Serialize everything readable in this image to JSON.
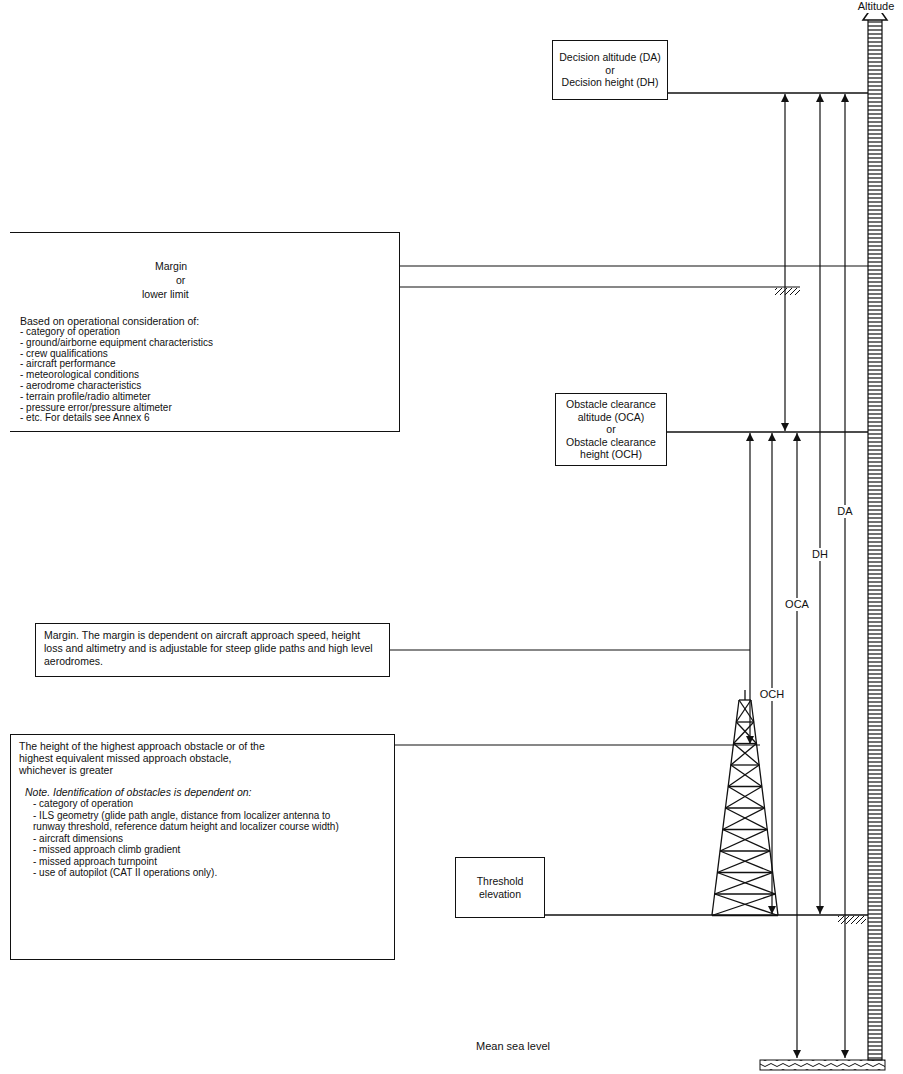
{
  "diagram": {
    "nodes": [
      {
        "text": [
          "Decision altitude (DA)",
          "or",
          "Decision height (DH)"
        ]
      },
      {
        "text": [
          "Margin",
          "or",
          "lower limit",
          "Based on operational consideration of:",
          "- category of operation",
          "- ground/airborne equipment characteristics",
          "- crew qualifications",
          "- aircraft performance",
          "- meteorological conditions",
          "- aerodrome characteristics",
          "- terrain profile/radio altimeter",
          "- pressure error/pressure altimeter",
          "- etc. For details see Annex 6"
        ]
      },
      {
        "text": [
          "Obstacle clearance altitude (OCA)",
          "or",
          "Obstacle clearance height (OCH)"
        ]
      },
      {
        "text": [
          "Margin. The margin is dependent on aircraft approach speed, height loss and altimetry and is adjustable for steep glide paths and high level aerodromes."
        ]
      },
      {
        "text": [
          "The height of the highest approach obstacle or of the highest equivalent missed approach obstacle, whichever is greater",
          "Note. Identification of obstacles is dependent on:",
          "- category of operation",
          "- ILS geometry (glide path angle, distance from localizer antenna to runway threshold, reference datum height and localizer course width)",
          "- aircraft dimensions",
          "- missed approach climb gradient",
          "- missed approach turnpoint",
          "- use of autopilot (CAT II operations only)."
        ]
      },
      {
        "text": [
          "Threshold elevation"
        ]
      }
    ],
    "labels": [
      "Altitude",
      "DA",
      "DH",
      "OCA",
      "OCH",
      "Mean sea level"
    ]
  }
}
